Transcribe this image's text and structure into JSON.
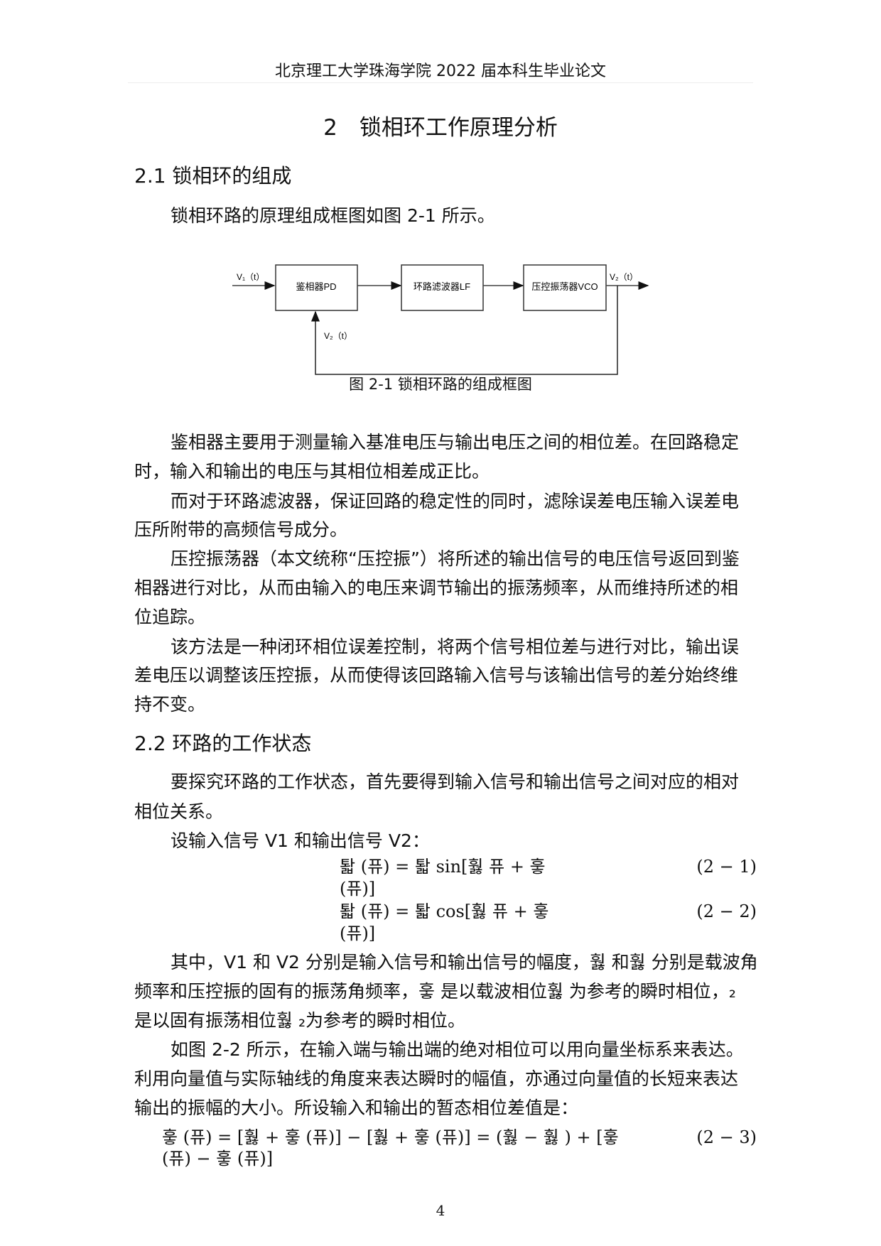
{
  "header": "北京理工大学珠海学院 2022 届本科生毕业论文",
  "chapter_title": "2　锁相环工作原理分析",
  "section1": {
    "heading": "2.1 锁相环的组成",
    "intro": "锁相环路的原理组成框图如图 2-1 所示。"
  },
  "figure": {
    "blocks": [
      "鉴相器PD",
      "环路滤波器LF",
      "压控振荡器VCO"
    ],
    "input_label": "V₁（t）",
    "output_label": "V₂（t）",
    "feedback_label": "V₂（t）",
    "caption": "图 2-1 锁相环路的组成框图"
  },
  "paragraphs1": [
    {
      "text": "鉴相器主要用于测量输入基准电压与输出电压之间的相位差。在回路稳定",
      "indent": true
    },
    {
      "text": "时，输入和输出的电压与其相位相差成正比。",
      "indent": false
    },
    {
      "text": "而对于环路滤波器，保证回路的稳定性的同时，滤除误差电压输入误差电",
      "indent": true
    },
    {
      "text": "压所附带的高频信号成分。",
      "indent": false
    },
    {
      "text": "压控振荡器（本文统称“压控振”）将所述的输出信号的电压信号返回到鉴",
      "indent": true
    },
    {
      "text": "相器进行对比，从而由输入的电压来调节输出的振荡频率，从而维持所述的相",
      "indent": false
    },
    {
      "text": "位追踪。",
      "indent": false
    },
    {
      "text": "该方法是一种闭环相位误差控制，将两个信号相位差与进行对比，输出误",
      "indent": true
    },
    {
      "text": "差电压以调整该压控振，从而使得该回路输入信号与该输出信号的差分始终维",
      "indent": false
    },
    {
      "text": "持不变。",
      "indent": false
    }
  ],
  "section2": {
    "heading": "2.2 环路的工作状态",
    "lines_a": [
      {
        "text": "要探究环路的工作状态，首先要得到输入信号和输出信号之间对应的相对",
        "indent": true
      },
      {
        "text": "相位关系。",
        "indent": false
      },
      {
        "text": "设输入信号 V1 和输出信号 V2：",
        "indent": true
      }
    ],
    "equations": [
      {
        "line1": "퇇 (퓨) = 퇇  sin[훯  퓨 + 훟",
        "line2": "(퓨)]",
        "number": "(2 − 1)"
      },
      {
        "line1": "퇇 (퓨) = 퇇  cos[훯  퓨 + 훟",
        "line2": "(퓨)]",
        "number": "(2 − 2)"
      }
    ],
    "lines_b": [
      {
        "text": "其中，V1 和 V2 分别是输入信号和输出信号的幅度，훯  和훯  分别是载波角",
        "indent": true
      },
      {
        "text": "频率和压控振的固有的振荡角频率，훟  是以载波相位훯  为参考的瞬时相位，₂",
        "indent": false
      },
      {
        "text": "是以固有振荡相位훯 ₂为参考的瞬时相位。",
        "indent": false
      },
      {
        "text": "如图 2-2 所示，在输入端与输出端的绝对相位可以用向量坐标系来表达。",
        "indent": true
      },
      {
        "text": "利用向量值与实际轴线的角度来表达瞬时的幅值，亦通过向量值的长短来表达",
        "indent": false
      },
      {
        "text": "输出的振幅的大小。所设输入和输出的暂态相位差值是：",
        "indent": false
      }
    ],
    "equation3": {
      "line1": "훟 (퓨) = [훯   + 훟 (퓨)] − [훯   + 훟 (퓨)] = (훯   − 훯  ) + [훟",
      "line2": "(퓨) − 훟 (퓨)]",
      "number": "(2 − 3)"
    }
  },
  "page_number": "4",
  "colors": {
    "text": "#111111",
    "diagram_line": "#333333"
  }
}
